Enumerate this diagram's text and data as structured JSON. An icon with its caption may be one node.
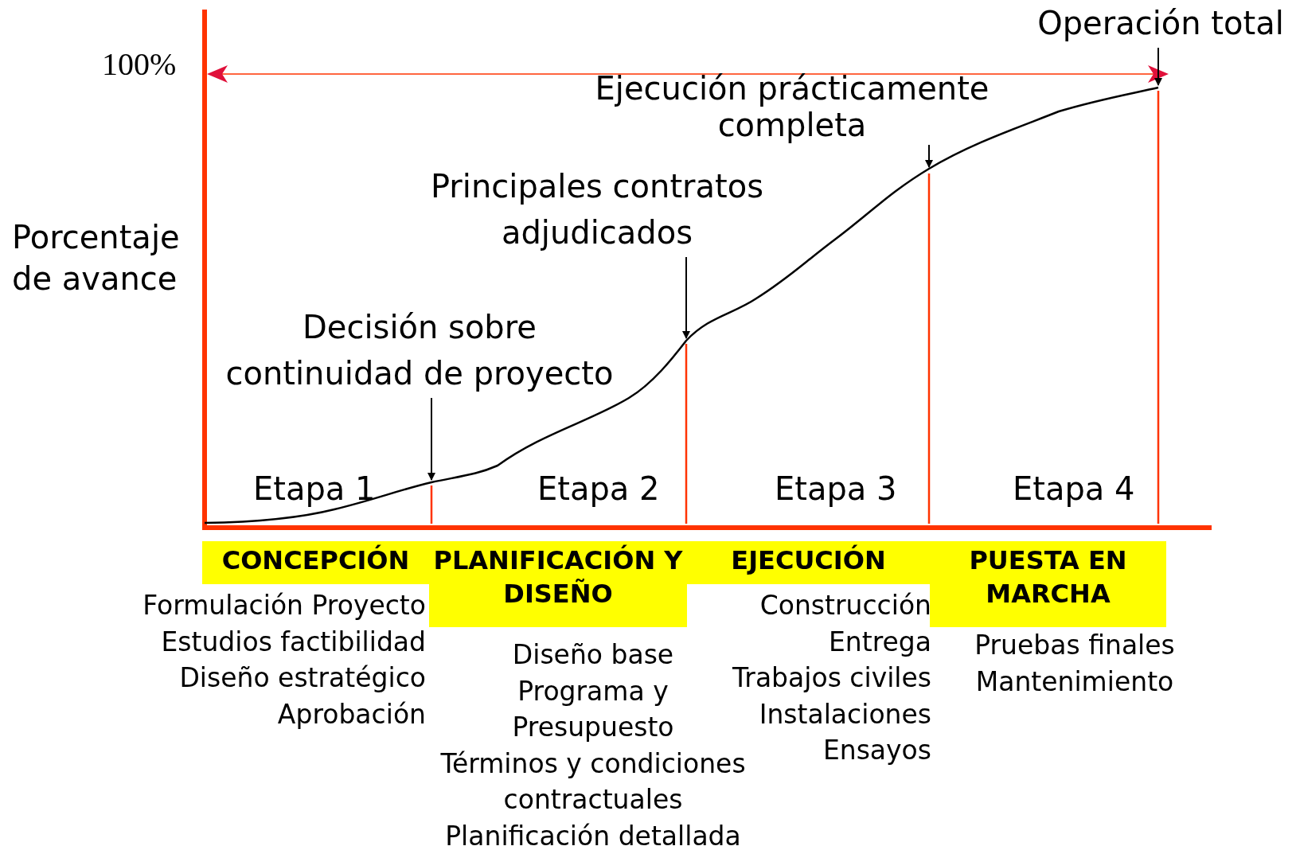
{
  "diagram": {
    "nodes": [
      {
        "text": [
          "Decisión sobre continuidad de proyecto"
        ]
      },
      {
        "text": [
          "Principales contratos adjudicados"
        ]
      },
      {
        "text": [
          "Ejecución prácticamente completa"
        ]
      },
      {
        "text": [
          "Operación total"
        ]
      },
      {
        "text": [
          "CONCEPCIÓN"
        ],
        "beside": [
          "Formulación Proyecto",
          "Estudios factibilidad",
          "Diseño estratégico",
          "Aprobación"
        ]
      },
      {
        "text": [
          "PLANIFICACIÓN Y DISEÑO"
        ],
        "beside": [
          "Diseño base",
          "Programa y Presupuesto",
          "Términos y condiciones contractuales",
          "Planificación detallada"
        ]
      },
      {
        "text": [
          "EJECUCIÓN"
        ],
        "beside": [
          "Construcción",
          "Entrega",
          "Trabajos civiles",
          "Instalaciones",
          "Ensayos"
        ]
      },
      {
        "text": [
          "PUESTA EN MARCHA"
        ],
        "beside": [
          "Pruebas finales",
          "Mantenimiento"
        ]
      }
    ],
    "edges": [
      {
        "from": 0,
        "to": null,
        "arrow": "to"
      },
      {
        "from": 1,
        "to": null,
        "arrow": "to"
      },
      {
        "from": 2,
        "to": null,
        "arrow": "to"
      },
      {
        "from": 3,
        "to": null,
        "arrow": "to"
      }
    ],
    "labels": [
      "100%",
      "Porcentaje de avance",
      "Etapa 1",
      "Etapa 2",
      "Etapa 3",
      "Etapa 4"
    ]
  }
}
